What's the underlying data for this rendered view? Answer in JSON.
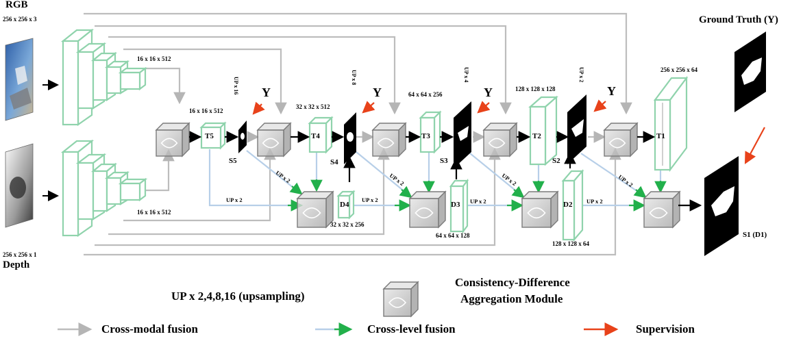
{
  "inputs": {
    "rgb_title": "RGB",
    "rgb_size": "256 x 256 x 3",
    "depth_title": "Depth",
    "depth_size": "256 x 256 x 1"
  },
  "encoder_labels": {
    "rgb_top": "16 x 16 x 512",
    "depth_bottom": "16 x 16 x 512"
  },
  "t_blocks": [
    {
      "name": "T5",
      "size": "16 x 16 x 512"
    },
    {
      "name": "T4",
      "size": "32 x 32 x 512"
    },
    {
      "name": "T3",
      "size": "64 x 64 x 256"
    },
    {
      "name": "T2",
      "size": "128 x 128 x 128"
    },
    {
      "name": "T1",
      "size": "256 x 256 x 64"
    }
  ],
  "d_blocks": [
    {
      "name": "D4",
      "size": "32 x 32 x 256"
    },
    {
      "name": "D3",
      "size": "64 x 64 x 128"
    },
    {
      "name": "D2",
      "size": "128 x 128 x 64"
    }
  ],
  "saliency": [
    {
      "name": "S5",
      "up": "UP x 16"
    },
    {
      "name": "S4",
      "up": "UP x 8"
    },
    {
      "name": "S3",
      "up": "UP x 4"
    },
    {
      "name": "S2",
      "up": "UP x 2"
    }
  ],
  "supervision_label": "Y",
  "up_label": "UP x 2",
  "ground_truth": "Ground Truth (Y)",
  "final_output": "S1 (D1)",
  "legend": {
    "upsampling": "UP x 2,4,8,16 (upsampling)",
    "module_line1": "Consistency-Difference",
    "module_line2": "Aggregation Module",
    "cross_modal": "Cross-modal fusion",
    "cross_level": "Cross-level fusion",
    "supervision": "Supervision"
  },
  "colors": {
    "cross_modal": "#bdbdbd",
    "cross_level": "#22b04b",
    "cross_level_light": "#b7cfe8",
    "supervision": "#e8421a",
    "block_edge": "#8fd3ac",
    "block_face": "#ffffff",
    "module": "#c8c8c8"
  }
}
